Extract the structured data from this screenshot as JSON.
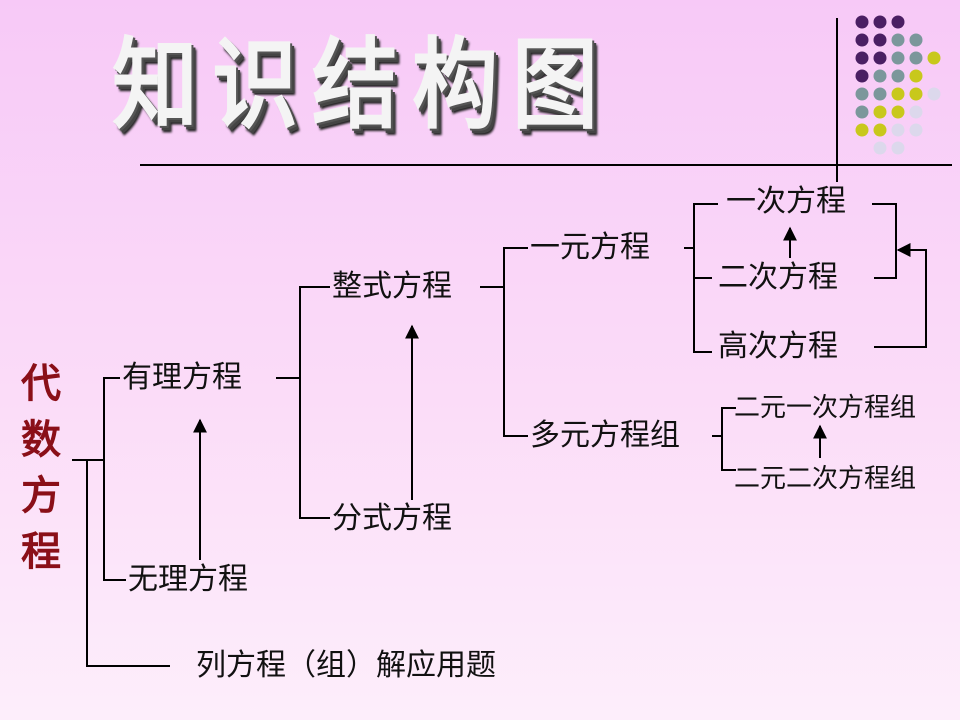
{
  "title": "知识结构图",
  "root": "代数方程",
  "nodes": {
    "rational": "有理方程",
    "irrational": "无理方程",
    "application": "列方程（组）解应用题",
    "integral": "整式方程",
    "fractional": "分式方程",
    "one_var": "一元方程",
    "multi_var": "多元方程组",
    "linear": "一次方程",
    "quadratic": "二次方程",
    "higher": "高次方程",
    "linear_sys": "二元一次方程组",
    "quad_sys": "二元二次方程组"
  },
  "colors": {
    "background": "#f7c9f7",
    "root_text": "#8a0f18",
    "dot_purple": "#4a1f63",
    "dot_teal": "#7b979b",
    "dot_yellow": "#c8c81c",
    "dot_light": "#dcd8ec"
  }
}
